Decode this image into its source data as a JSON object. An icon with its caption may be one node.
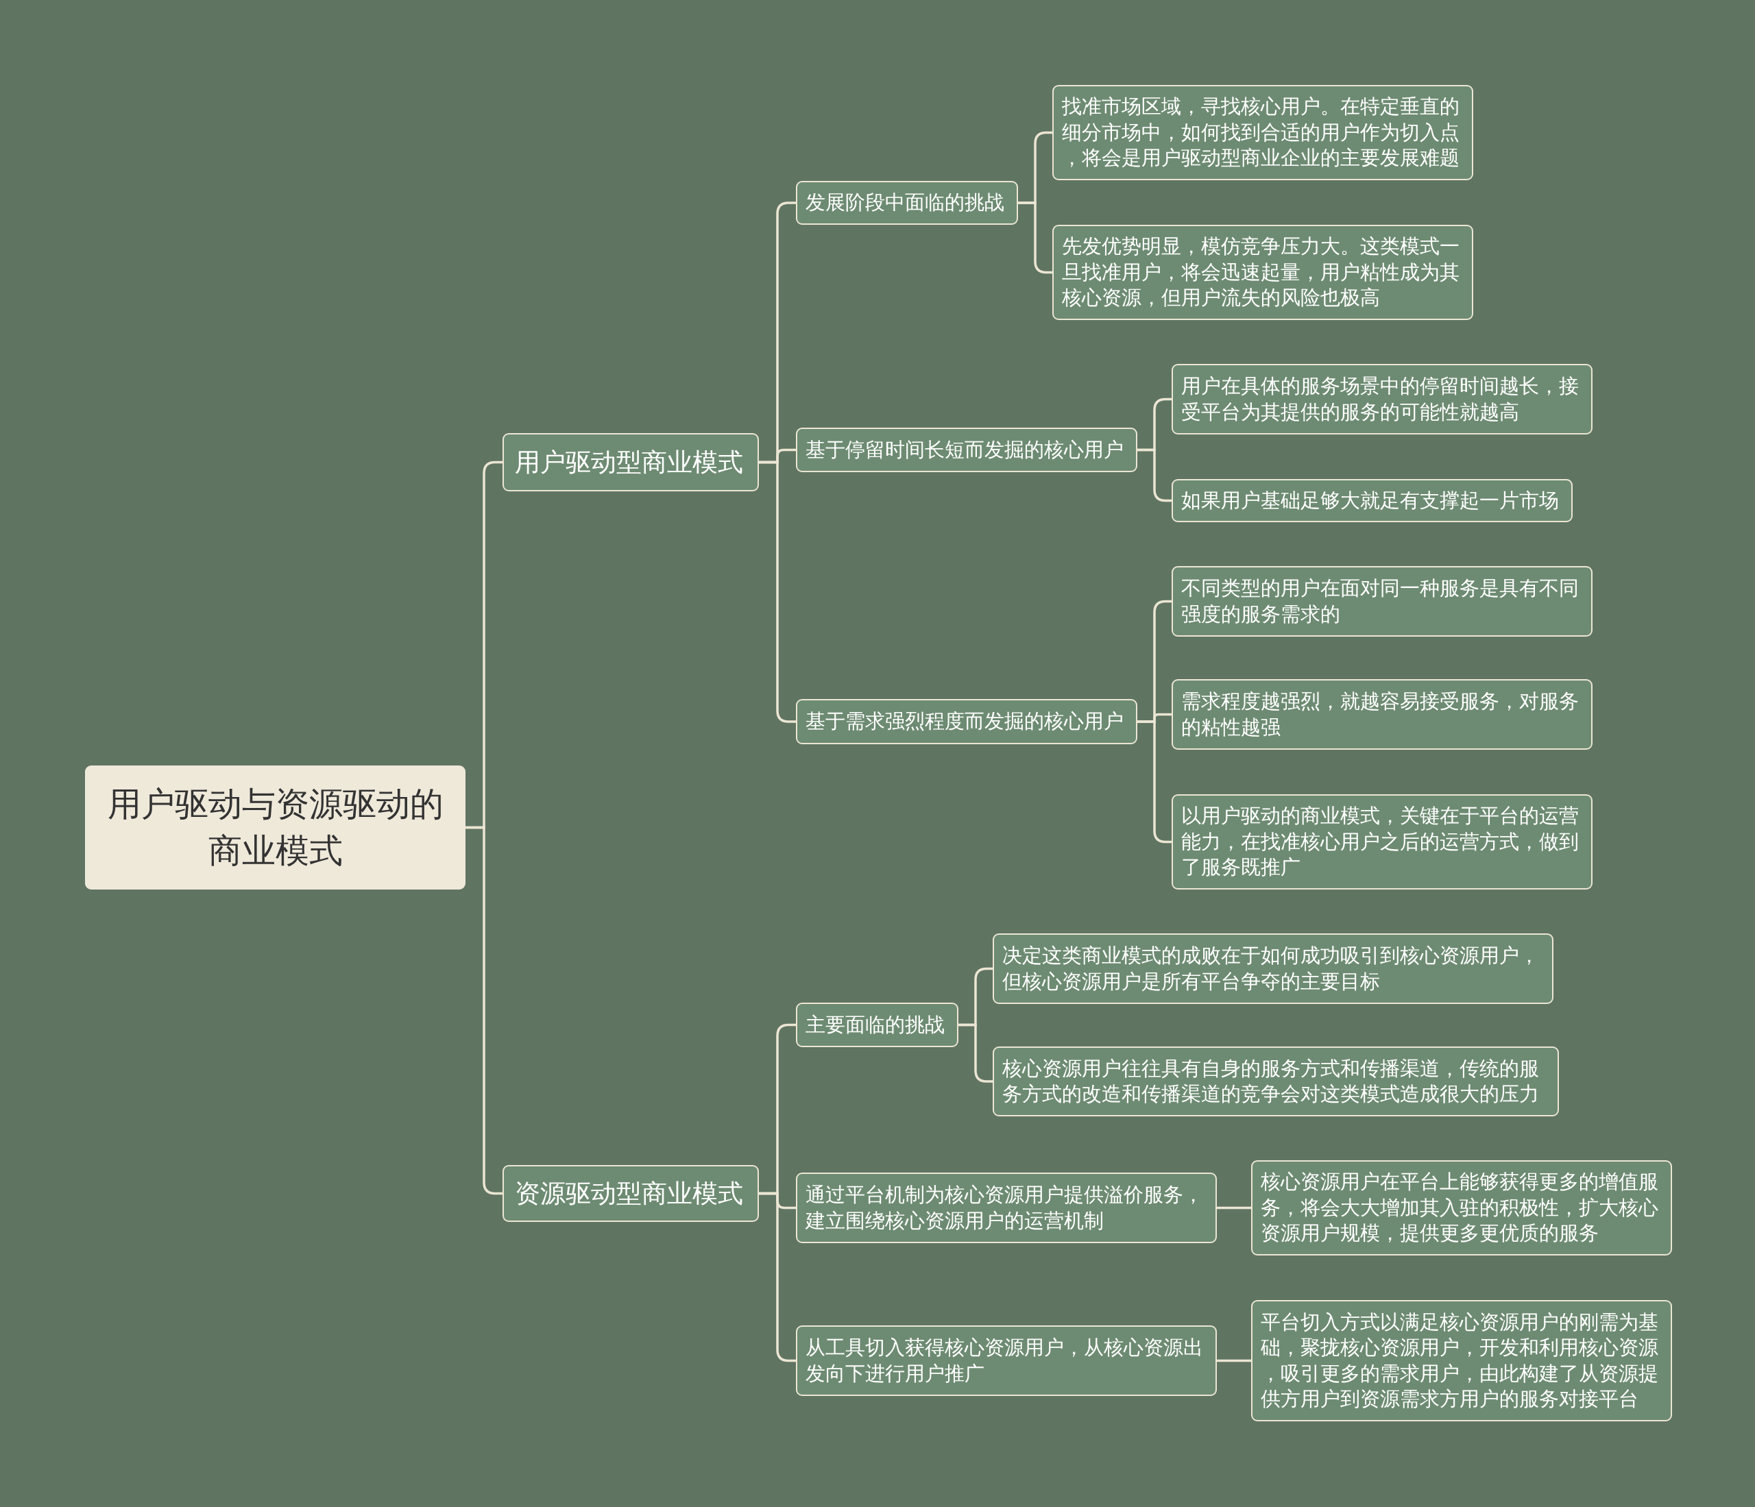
{
  "diagram": {
    "nodes": [
      {
        "text": [
          "用户驱动与资源驱动的商业模式"
        ]
      },
      {
        "text": [
          "用户驱动型商业模式"
        ]
      },
      {
        "text": [
          "发展阶段中面临的挑战"
        ]
      },
      {
        "text": [
          "找准市场区域，寻找核心用户。在特定垂直的细分市场中，如何找到合适的用户作为切入点，将会是用户驱动型商业企业的主要发展难题"
        ]
      },
      {
        "text": [
          "先发优势明显，模仿竞争压力大。这类模式一旦找准用户，将会迅速起量，用户粘性成为其核心资源，但用户流失的风险也极高"
        ]
      },
      {
        "text": [
          "基于停留时间长短而发掘的核心用户"
        ]
      },
      {
        "text": [
          "用户在具体的服务场景中的停留时间越长，接受平台为其提供的服务的可能性就越高"
        ]
      },
      {
        "text": [
          "如果用户基础足够大就足有支撑起一片市场"
        ]
      },
      {
        "text": [
          "基于需求强烈程度而发掘的核心用户"
        ]
      },
      {
        "text": [
          "不同类型的用户在面对同一种服务是具有不同强度的服务需求的"
        ]
      },
      {
        "text": [
          "需求程度越强烈，就越容易接受服务，对服务的粘性越强"
        ]
      },
      {
        "text": [
          "以用户驱动的商业模式，关键在于平台的运营能力，在找准核心用户之后的运营方式，做到了服务既推广"
        ]
      },
      {
        "text": [
          "资源驱动型商业模式"
        ]
      },
      {
        "text": [
          "主要面临的挑战"
        ]
      },
      {
        "text": [
          "决定这类商业模式的成败在于如何成功吸引到核心资源用户，但核心资源用户是所有平台争夺的主要目标"
        ]
      },
      {
        "text": [
          "核心资源用户往往具有自身的服务方式和传播渠道，传统的服务方式的改造和传播渠道的竞争会对这类模式造成很大的压力"
        ]
      },
      {
        "text": [
          "通过平台机制为核心资源用户提供溢价服务，建立围绕核心资源用户的运营机制"
        ]
      },
      {
        "text": [
          "核心资源用户在平台上能够获得更多的增值服务，将会大大增加其入驻的积极性，扩大核心资源用户规模，提供更多更优质的服务"
        ]
      },
      {
        "text": [
          "从工具切入获得核心资源用户，从核心资源出发向下进行用户推广"
        ]
      },
      {
        "text": [
          "平台切入方式以满足核心资源用户的刚需为基础，聚拢核心资源用户，开发和利用核心资源，吸引更多的需求用户，由此构建了从资源提供方用户到资源需求方用户的服务对接平台"
        ]
      }
    ],
    "edges": [
      {
        "from": 0,
        "to": 1,
        "arrow": "none"
      },
      {
        "from": 0,
        "to": 12,
        "arrow": "none"
      },
      {
        "from": 1,
        "to": 2,
        "arrow": "none"
      },
      {
        "from": 1,
        "to": 5,
        "arrow": "none"
      },
      {
        "from": 1,
        "to": 8,
        "arrow": "none"
      },
      {
        "from": 2,
        "to": 3,
        "arrow": "none"
      },
      {
        "from": 2,
        "to": 4,
        "arrow": "none"
      },
      {
        "from": 5,
        "to": 6,
        "arrow": "none"
      },
      {
        "from": 5,
        "to": 7,
        "arrow": "none"
      },
      {
        "from": 8,
        "to": 9,
        "arrow": "none"
      },
      {
        "from": 8,
        "to": 10,
        "arrow": "none"
      },
      {
        "from": 8,
        "to": 11,
        "arrow": "none"
      },
      {
        "from": 12,
        "to": 13,
        "arrow": "none"
      },
      {
        "from": 12,
        "to": 16,
        "arrow": "none"
      },
      {
        "from": 12,
        "to": 18,
        "arrow": "none"
      },
      {
        "from": 13,
        "to": 14,
        "arrow": "none"
      },
      {
        "from": 13,
        "to": 15,
        "arrow": "none"
      },
      {
        "from": 16,
        "to": 17,
        "arrow": "none"
      },
      {
        "from": 18,
        "to": 19,
        "arrow": "none"
      }
    ]
  }
}
